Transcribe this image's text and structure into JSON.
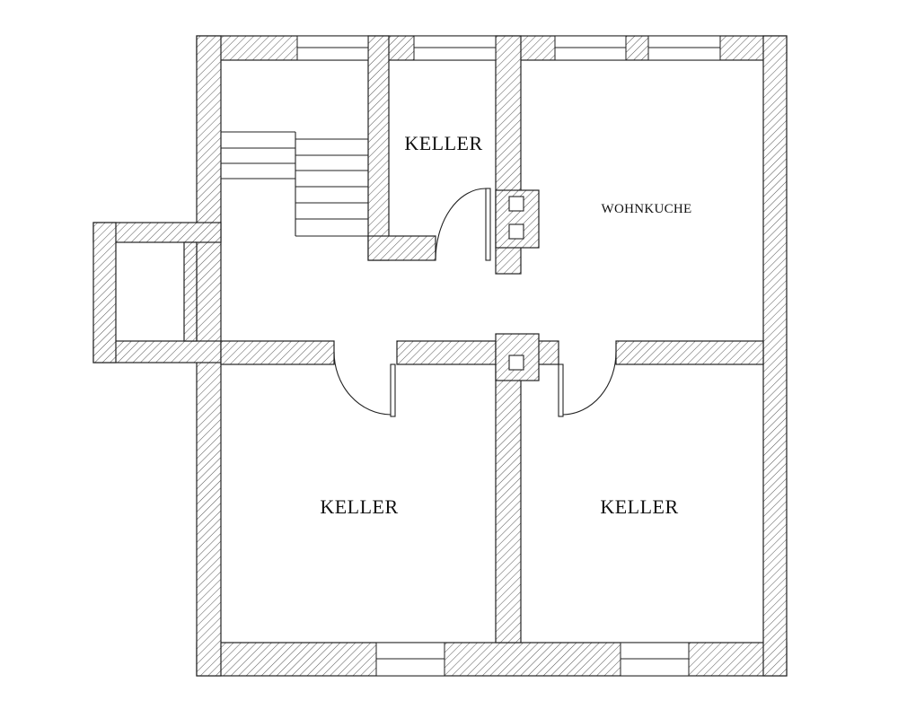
{
  "rooms": {
    "keller_top": "KELLER",
    "wohnkuche": "WOHNKUCHE",
    "keller_left": "KELLER",
    "keller_right": "KELLER"
  },
  "colors": {
    "wall_line": "#222222",
    "hatch": "#555555",
    "background": "#ffffff"
  }
}
